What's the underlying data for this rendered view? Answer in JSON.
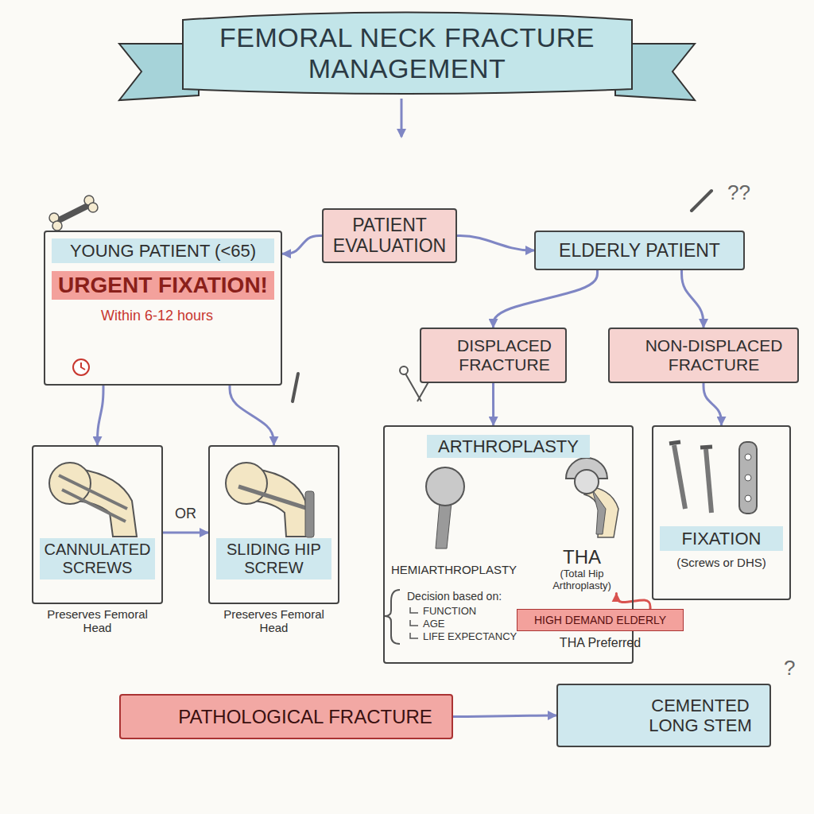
{
  "diagram": {
    "title": "FEMORAL NECK FRACTURE MANAGEMENT",
    "nodes": [
      {
        "text": [
          "PATIENT EVALUATION"
        ]
      },
      {
        "text": [
          "YOUNG PATIENT (<65)",
          "URGENT FIXATION!",
          "Within 6-12 hours"
        ]
      },
      {
        "text": [
          "ELDERLY PATIENT"
        ]
      },
      {
        "text": [
          "CANNULATED SCREWS",
          "Preserves Femoral Head"
        ]
      },
      {
        "text": [
          "SLIDING HIP SCREW",
          "Preserves Femoral Head"
        ]
      },
      {
        "text": [
          "DISPLACED FRACTURE"
        ]
      },
      {
        "text": [
          "NON-DISPLACED FRACTURE"
        ]
      },
      {
        "text": [
          "ARTHROPLASTY"
        ]
      },
      {
        "text": [
          "HEMIARTHROPLASTY"
        ],
        "in": 7
      },
      {
        "text": [
          "THA",
          "(Total Hip Arthroplasty)"
        ],
        "in": 7
      },
      {
        "text": [
          "HIGH DEMAND ELDERLY",
          "THA Preferred"
        ],
        "in": 7
      },
      {
        "text": [
          "FIXATION",
          "(Screws or DHS)"
        ]
      },
      {
        "text": [
          "PATHOLOGICAL FRACTURE"
        ]
      },
      {
        "text": [
          "CEMENTED LONG STEM"
        ]
      }
    ],
    "edges": [
      {
        "from": 0,
        "to": 1,
        "arrow": "to"
      },
      {
        "from": 0,
        "to": 2,
        "arrow": "to"
      },
      {
        "from": 1,
        "to": 3,
        "arrow": "to"
      },
      {
        "from": 1,
        "to": 4,
        "arrow": "to"
      },
      {
        "from": 3,
        "to": 4,
        "label": "OR",
        "arrow": "to"
      },
      {
        "from": 2,
        "to": 5,
        "arrow": "to"
      },
      {
        "from": 2,
        "to": 6,
        "arrow": "to"
      },
      {
        "from": 5,
        "to": 7,
        "arrow": "to"
      },
      {
        "from": 6,
        "to": 11,
        "arrow": "to"
      },
      {
        "from": 10,
        "to": 9,
        "arrow": "to"
      },
      {
        "from": 12,
        "to": 13,
        "arrow": "to"
      }
    ],
    "labels": [
      "Decision based on:",
      "FUNCTION",
      "AGE",
      "LIFE EXPECTANCY",
      "??",
      "?"
    ]
  }
}
